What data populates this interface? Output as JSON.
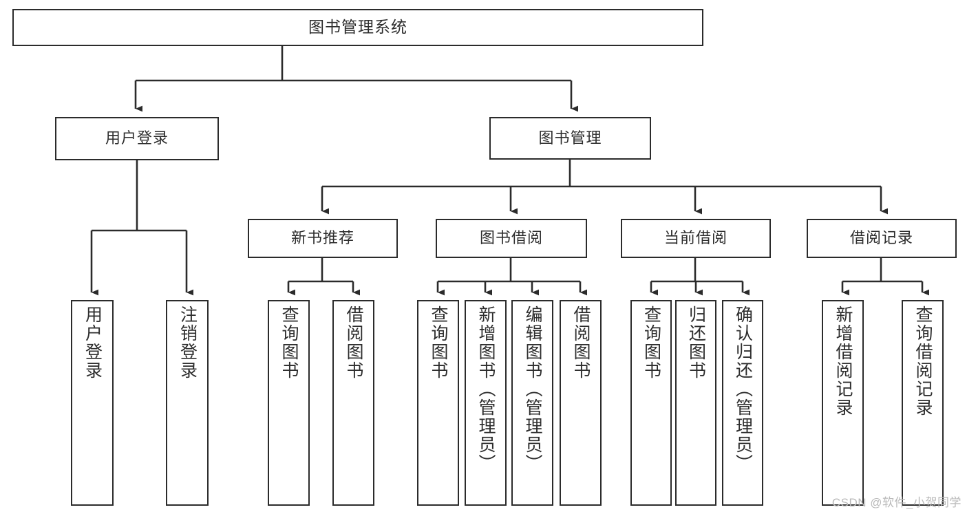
{
  "diagram": {
    "type": "tree-hierarchy-chart",
    "title": "图书管理系统",
    "stroke_color": "#2b2b2b",
    "text_color": "#2d2d2d",
    "background": "#ffffff",
    "levels": 4
  },
  "root": {
    "label": "图书管理系统"
  },
  "level2": [
    {
      "label": "用户登录"
    },
    {
      "label": "图书管理"
    }
  ],
  "level3": [
    {
      "label": "新书推荐"
    },
    {
      "label": "图书借阅"
    },
    {
      "label": "当前借阅"
    },
    {
      "label": "借阅记录"
    }
  ],
  "leaves": {
    "user_login": [
      {
        "label": "用户登录"
      },
      {
        "label": "注销登录"
      }
    ],
    "new_book": [
      {
        "label": "查询图书"
      },
      {
        "label": "借阅图书"
      }
    ],
    "book_borrow": [
      {
        "label": "查询图书"
      },
      {
        "label": "新增图书（管理员）"
      },
      {
        "label": "编辑图书（管理员）"
      },
      {
        "label": "借阅图书"
      }
    ],
    "current_borrow": [
      {
        "label": "查询图书"
      },
      {
        "label": "归还图书"
      },
      {
        "label": "确认归还（管理员）"
      }
    ],
    "borrow_record": [
      {
        "label": "新增借阅记录"
      },
      {
        "label": "查询借阅记录"
      }
    ]
  },
  "watermark": {
    "text": "CSDN @软件_小贺同学"
  }
}
